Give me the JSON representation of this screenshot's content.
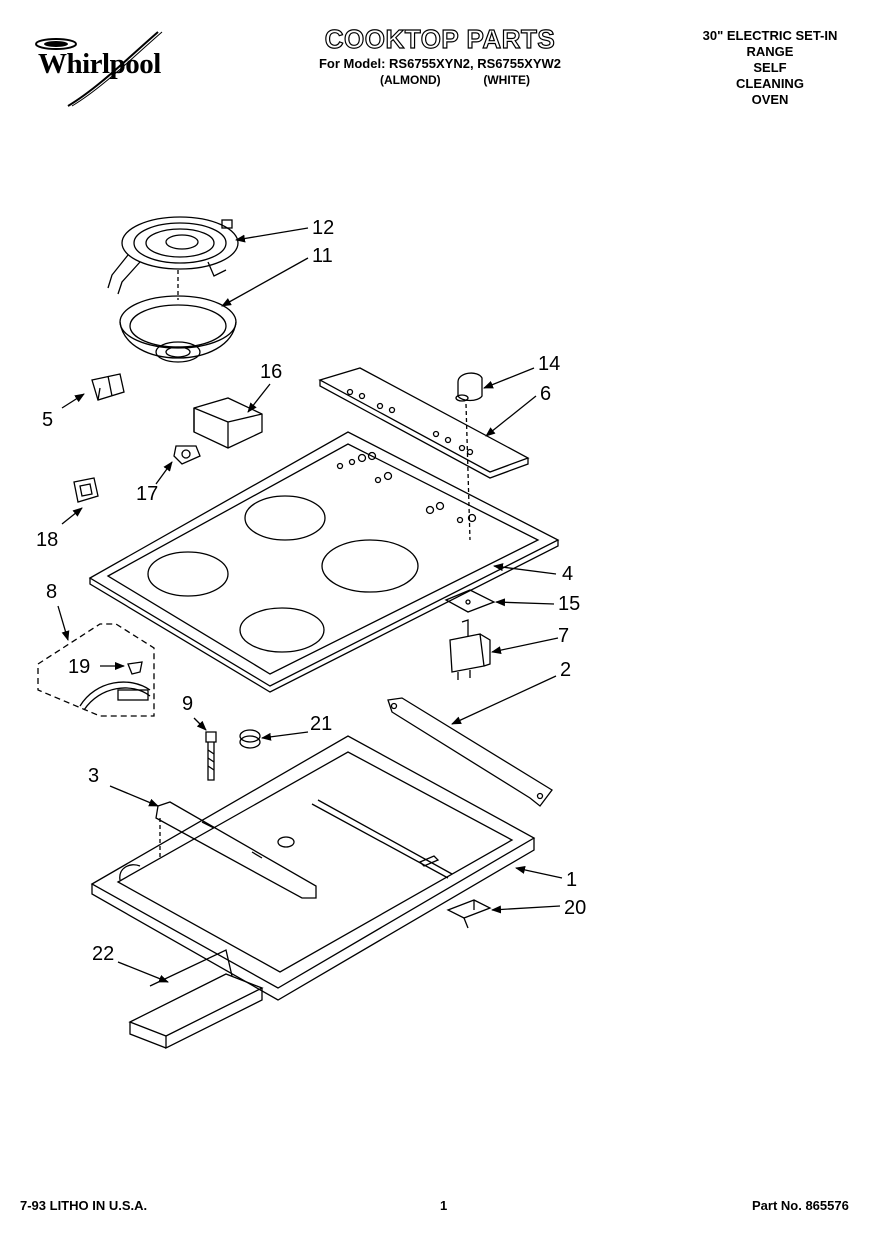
{
  "header": {
    "brand": "Whirlpool",
    "title": "COOKTOP PARTS",
    "model_line": "For Model: RS6755XYN2, RS6755XYW2",
    "variant_labels": [
      "(ALMOND)",
      "(WHITE)"
    ],
    "description_lines": [
      "30\" ELECTRIC SET-IN",
      "RANGE",
      "SELF",
      "CLEANING",
      "OVEN"
    ]
  },
  "callouts": [
    "12",
    "11",
    "5",
    "16",
    "14",
    "6",
    "17",
    "18",
    "4",
    "15",
    "8",
    "7",
    "19",
    "2",
    "9",
    "21",
    "3",
    "1",
    "20",
    "22"
  ],
  "footer": {
    "litho": "7-93 LITHO IN U.S.A.",
    "page": "1",
    "part_no": "Part No. 865576"
  }
}
